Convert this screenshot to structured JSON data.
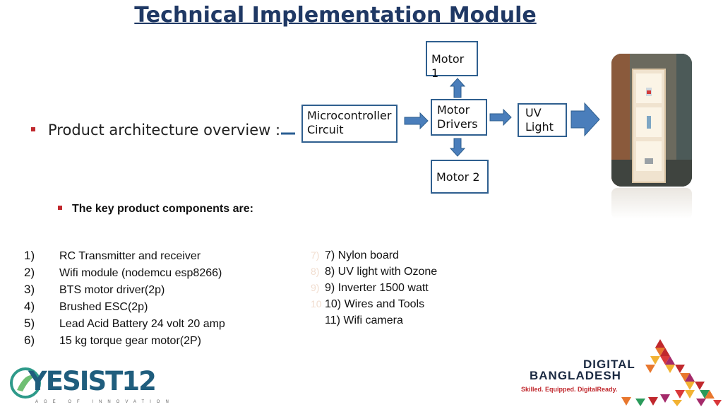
{
  "slide": {
    "title": "Technical Implementation Module",
    "overview_label": "Product architecture overview :",
    "key_label": "The key product components are:"
  },
  "diagram": {
    "microcontroller_line1": "Microcontroller",
    "microcontroller_line2": "Circuit",
    "drivers_line1": "Motor",
    "drivers_line2": "Drivers",
    "motor1": "Motor 1",
    "motor2": "Motor 2",
    "uv_line1": "UV",
    "uv_line2": "Light"
  },
  "components_left": [
    {
      "num": "1)",
      "text": "RC Transmitter and receiver"
    },
    {
      "num": "2)",
      "text": "Wifi module (nodemcu esp8266)"
    },
    {
      "num": "3)",
      "text": "BTS motor driver(2p)"
    },
    {
      "num": "4)",
      "text": "Brushed ESC(2p)"
    },
    {
      "num": "5)",
      "text": "Lead Acid Battery 24 volt 20 amp"
    },
    {
      "num": "6)",
      "text": "15 kg torque gear motor(2P)"
    }
  ],
  "components_right": [
    {
      "ghost": "7)",
      "text": "7) Nylon board"
    },
    {
      "ghost": "8)",
      "text": "8) UV light  with Ozone"
    },
    {
      "ghost": "9)",
      "text": "9) Inverter 1500  watt"
    },
    {
      "ghost": "10",
      "text": "10) Wires and Tools"
    },
    {
      "ghost": "",
      "text": "11) Wifi camera"
    }
  ],
  "logos": {
    "yesist": "YESIST12",
    "yesist_tagline": "AGE OF INNOVATION",
    "db_line1": "DIGITAL",
    "db_line2": "BANGLADESH",
    "db_tagline": "Skilled. Equipped. DigitalReady."
  },
  "colors": {
    "title": "#1f3864",
    "bullet": "#c0282d",
    "arrow": "#4a7ebb",
    "box_border": "#2f5f8f"
  }
}
